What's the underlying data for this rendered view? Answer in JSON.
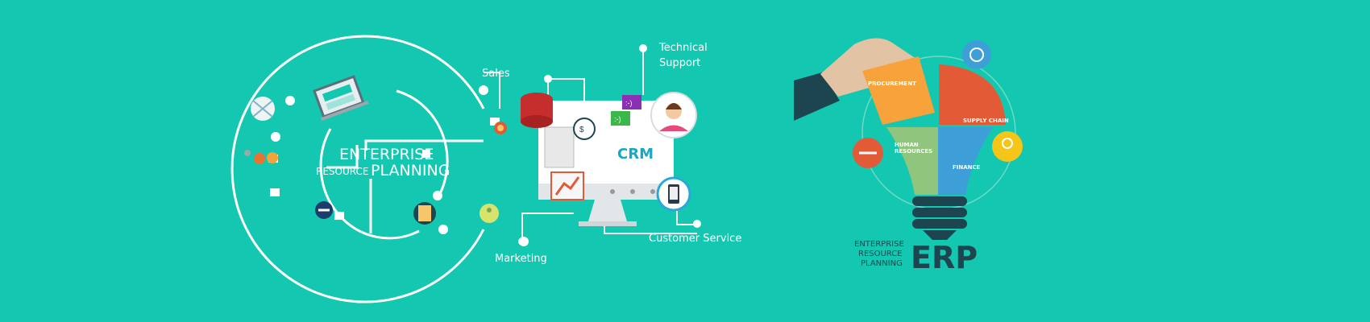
{
  "colors": {
    "background": "#13c7b0",
    "orange": "#f7a23b",
    "red": "#e35a36",
    "green": "#8fc57c",
    "blue": "#3e9fd8",
    "dark": "#1d4550"
  },
  "erp_circle": {
    "line1": "ENTERPRISE",
    "line2a": "RESOURCE",
    "line2b": "PLANNING"
  },
  "crm": {
    "screen_label": "CRM",
    "labels": {
      "sales": "Sales",
      "technical_support_1": "Technical",
      "technical_support_2": "Support",
      "customer_service": "Customer Service",
      "marketing": "Marketing"
    },
    "chat_bubble_1": ":-)",
    "chat_bubble_2": ":-)",
    "dollar": "$"
  },
  "bulb": {
    "pieces": {
      "procurement": "PROCUREMENT",
      "supply_chain": "SUPPLY CHAIN",
      "human_resources_1": "HUMAN",
      "human_resources_2": "RESOURCES",
      "finance": "FINANCE"
    },
    "caption": {
      "line1": "ENTERPRISE",
      "line2": "RESOURCE",
      "line3": "PLANNING",
      "acronym": "ERP"
    }
  }
}
